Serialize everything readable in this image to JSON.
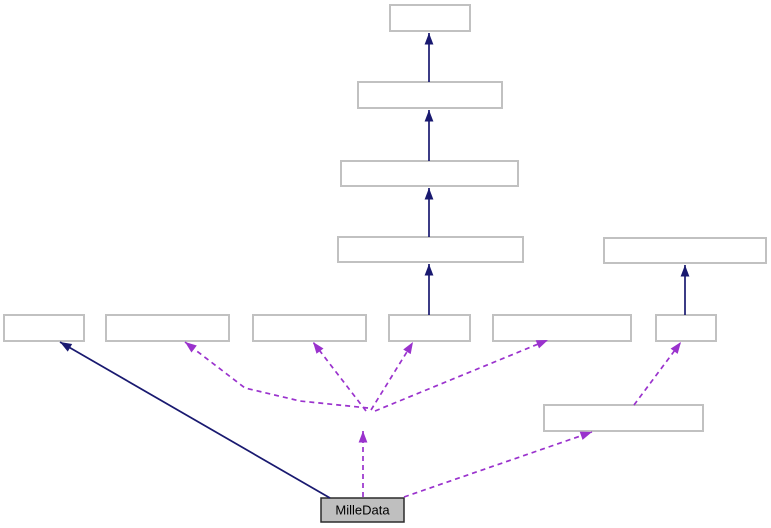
{
  "diagram": {
    "kind": "class-collaboration-graph",
    "colors": {
      "background": "#ffffff",
      "inheritance_edge": "#191970",
      "usage_edge": "#9a32cd",
      "node_border": "#c1c1c1",
      "node_fill": "#ffffff",
      "current_node_fill": "#bfbfbf",
      "current_node_border": "#2b2b2b",
      "label_color": "#000000"
    },
    "nodes": [
      {
        "id": "chain-1",
        "label": ""
      },
      {
        "id": "chain-2",
        "label": ""
      },
      {
        "id": "chain-3",
        "label": ""
      },
      {
        "id": "chain-4",
        "label": ""
      },
      {
        "id": "right-parent",
        "label": ""
      },
      {
        "id": "b1",
        "label": ""
      },
      {
        "id": "b2",
        "label": ""
      },
      {
        "id": "b3",
        "label": ""
      },
      {
        "id": "b4",
        "label": ""
      },
      {
        "id": "b5",
        "label": ""
      },
      {
        "id": "b6",
        "label": ""
      },
      {
        "id": "mid",
        "label": ""
      },
      {
        "id": "milledata",
        "label": "MilleData"
      }
    ],
    "edges": [
      {
        "from": "b4",
        "to": "chain-4",
        "style": "inheritance"
      },
      {
        "from": "chain-4",
        "to": "chain-3",
        "style": "inheritance"
      },
      {
        "from": "chain-3",
        "to": "chain-2",
        "style": "inheritance"
      },
      {
        "from": "chain-2",
        "to": "chain-1",
        "style": "inheritance"
      },
      {
        "from": "b6",
        "to": "right-parent",
        "style": "inheritance"
      },
      {
        "from": "milledata",
        "to": "b1",
        "style": "inheritance"
      },
      {
        "from": "milledata",
        "to": "junction",
        "style": "usage"
      },
      {
        "from": "junction",
        "to": "b2",
        "style": "usage"
      },
      {
        "from": "junction",
        "to": "b3",
        "style": "usage"
      },
      {
        "from": "junction",
        "to": "b4",
        "style": "usage"
      },
      {
        "from": "junction",
        "to": "b5",
        "style": "usage"
      },
      {
        "from": "milledata",
        "to": "mid",
        "style": "usage"
      },
      {
        "from": "mid",
        "to": "b6",
        "style": "usage"
      }
    ]
  }
}
